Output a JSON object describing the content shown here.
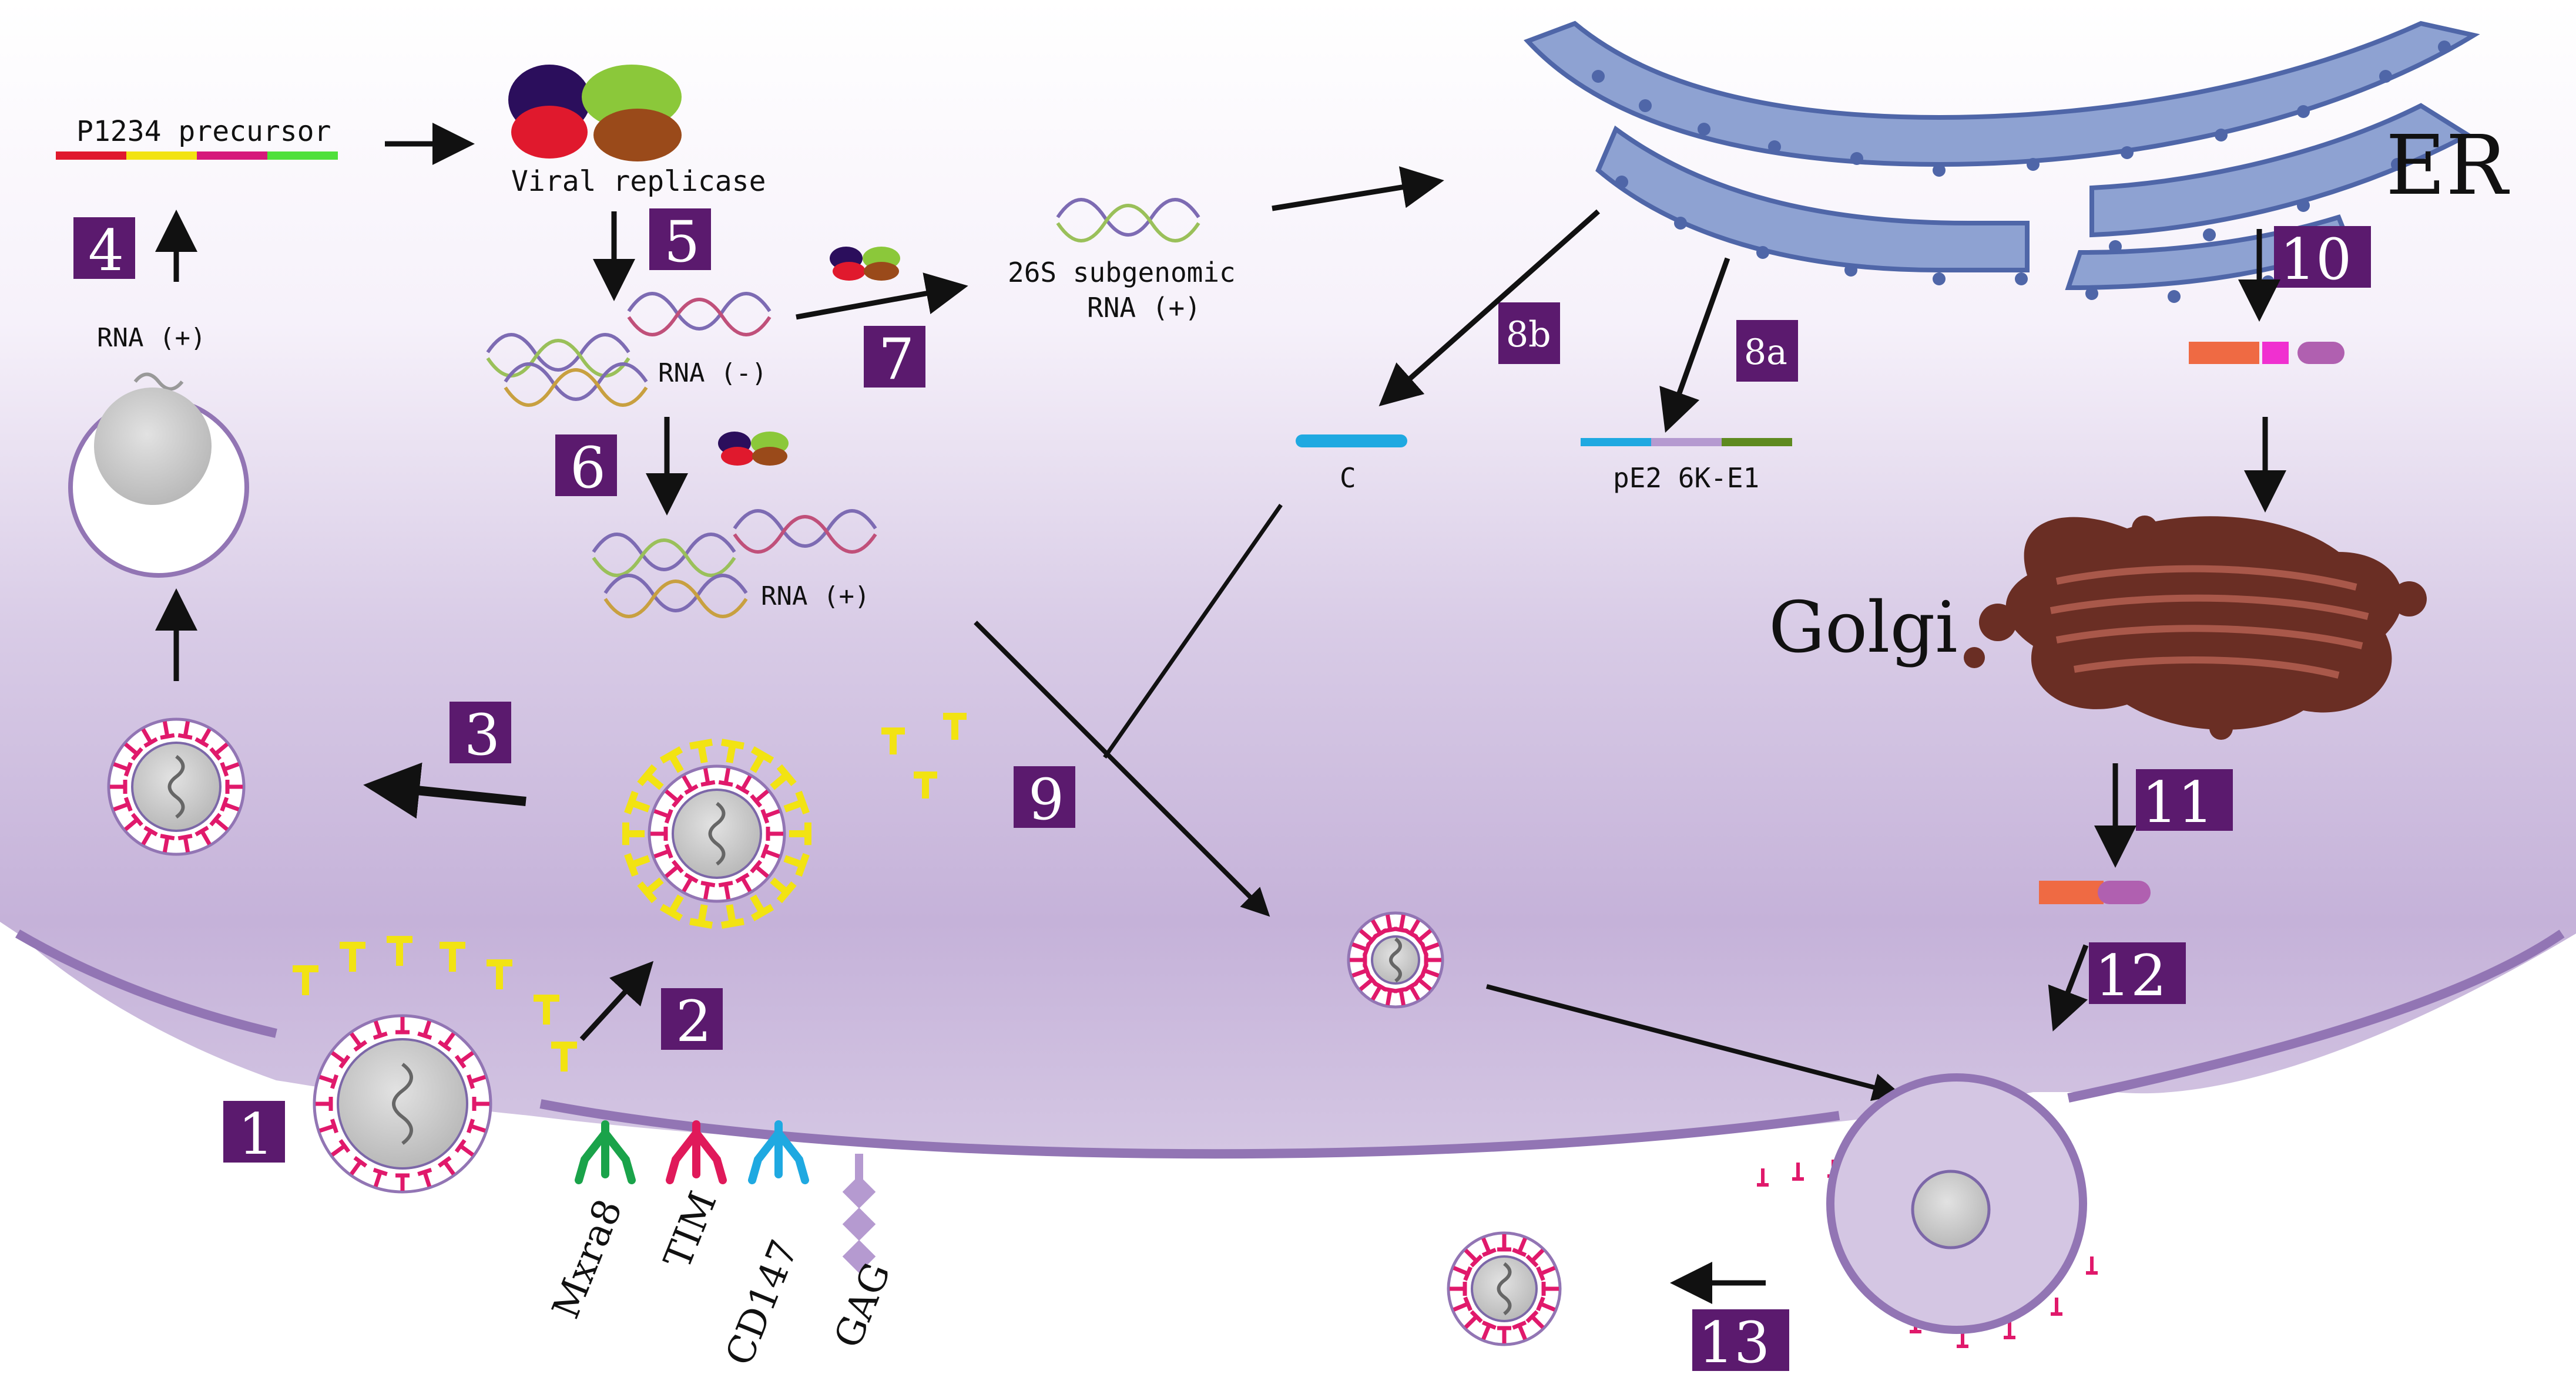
{
  "labels": {
    "p1234": "P1234 precursor",
    "replicase": "Viral replicase",
    "rna_plus_top": "RNA (+)",
    "rna_minus": "RNA (-)",
    "rna_plus_mid": "RNA (+)",
    "subgenomic_line1": "26S subgenomic",
    "subgenomic_line2": "RNA (+)",
    "er": "ER",
    "golgi": "Golgi",
    "capsid": "C",
    "pe2": "pE2 6K-E1"
  },
  "receptors": [
    "Mxra8",
    "TIM",
    "CD147",
    "GAG"
  ],
  "steps": [
    "1",
    "2",
    "3",
    "4",
    "5",
    "6",
    "7",
    "8a",
    "8b",
    "9",
    "10",
    "11",
    "12",
    "13"
  ],
  "colors": {
    "step_box": "#5b1a6e",
    "cytoplasm": "#cbb9dd",
    "membrane": "#9275b4",
    "er": "#8ea2d2",
    "golgi": "#6a2e24",
    "spike": "#e0196b",
    "yellow_receptor": "#f2e312",
    "capsid_blue": "#1fa9e1"
  },
  "icons": [
    "virion-icon",
    "replicase-icon",
    "rna-strand-icon",
    "receptor-icon",
    "er-icon",
    "golgi-icon"
  ]
}
